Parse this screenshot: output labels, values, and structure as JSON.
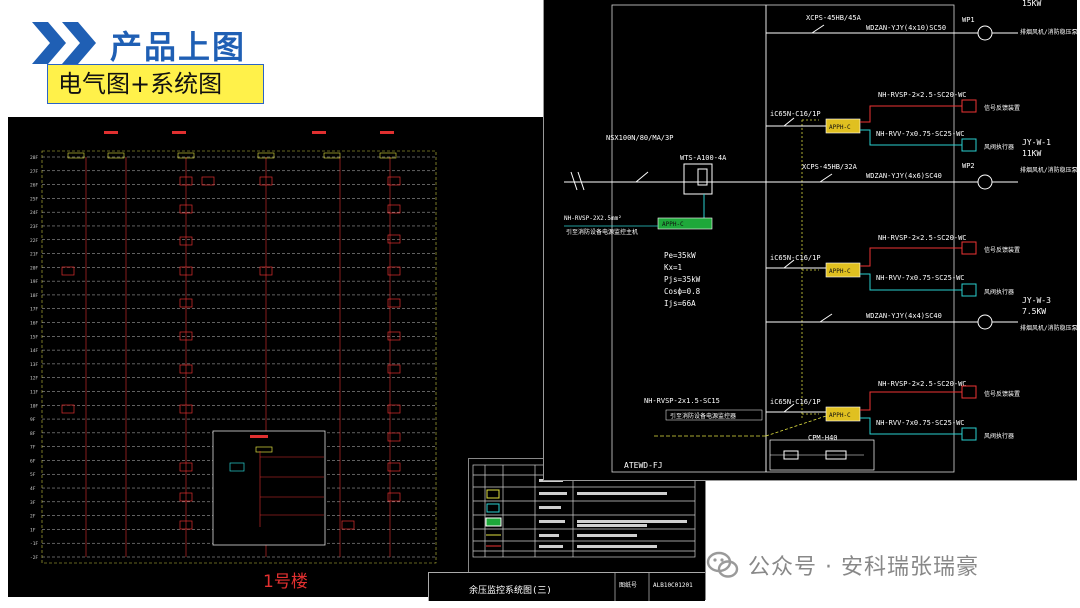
{
  "header": {
    "title": "产品上图",
    "subtitle": "电气图+系统图"
  },
  "left_drawing": {
    "floor_label": "1号楼",
    "row_labels": [
      "28F",
      "27F",
      "26F",
      "25F",
      "24F",
      "23F",
      "22F",
      "21F",
      "20F",
      "19F",
      "18F",
      "17F",
      "16F",
      "15F",
      "14F",
      "13F",
      "12F",
      "11F",
      "10F",
      "9F",
      "8F",
      "7F",
      "6F",
      "5F",
      "4F",
      "3F",
      "2F",
      "1F",
      "-1F",
      "-2F"
    ]
  },
  "right_drawing": {
    "main_breaker": "NSX100N/80/MA/3P",
    "switch": "WTS-A100-4A",
    "control_box": "ATEWD-FJ",
    "module_bottom": "CPM-H40",
    "module_label": "APPH-C",
    "params": [
      "Pe=35kW",
      "Kx=1",
      "Pjs=35kW",
      "Cosф=0.8",
      "Ijs=66A"
    ],
    "fire_link_cable": "NH-RVSP-2X2.5mm²",
    "fire_link_note": "引至消防设备电源监控主机",
    "bottom_cable": "NH-RVSP-2x1.5-SC15",
    "bottom_note": "引至消防设备电源监控器",
    "circuits": [
      {
        "breaker": "XCPS-45HB/45A",
        "cable": "WDZAN-YJY(4x10)SC50",
        "id": "WP1",
        "load": "15KW",
        "note": "排烟风机/消防稳压泵"
      },
      {
        "breaker": "iC65N-C16/1P",
        "signal": "NH-RVSP-2×2.5-SC20-WC",
        "ctrl": "NH-RVV-7x0.75-SC25-WC",
        "sf": "信号反馈装置",
        "sx": "风阀执行器"
      },
      {
        "breaker": "XCPS-45HB/32A",
        "cable": "WDZAN-YJY(4x6)SC40",
        "id": "WP2",
        "load": "11KW",
        "name": "JY-W-1",
        "note": "排烟风机/消防稳压泵"
      },
      {
        "breaker": "iC65N-C16/1P",
        "signal": "NH-RVSP-2×2.5-SC20-WC",
        "ctrl": "NH-RVV-7x0.75-SC25-WC",
        "sf": "信号反馈装置",
        "sx": "风阀执行器"
      },
      {
        "cable": "WDZAN-YJY(4x4)SC40",
        "load": "7.5KW",
        "name": "JY-W-3",
        "note": "排烟风机/消防稳压泵"
      },
      {
        "breaker": "iC65N-C16/1P",
        "signal": "NH-RVSP-2×2.5-SC20-WC",
        "ctrl": "NH-RVV-7x0.75-SC25-WC",
        "sf": "信号反馈装置",
        "sx": "风阀执行器"
      }
    ]
  },
  "title_block": {
    "name": "余压监控系统图(三)",
    "label": "图纸号",
    "code": "ALB10C01201"
  },
  "watermark": "公众号 · 安科瑞张瑞豪"
}
